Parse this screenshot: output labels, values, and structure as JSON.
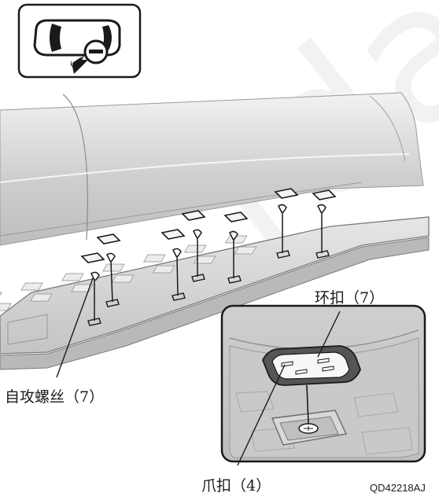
{
  "labels": {
    "ring_clip": "环扣（7）",
    "self_tapping_screw": "自攻螺丝（7）",
    "claw_clip": "爪扣（4）"
  },
  "figure_code": "QD42218AJ",
  "watermark": "rda",
  "icons": [
    "vehicle-top-view-icon",
    "minus-circle-icon",
    "pointer-arrow-icon"
  ],
  "colors": {
    "line": "#1a1a1a",
    "body_panel": "#d6d6d6",
    "step_fill": "#dcdcdc",
    "pad_fill": "#f4f4f4"
  }
}
